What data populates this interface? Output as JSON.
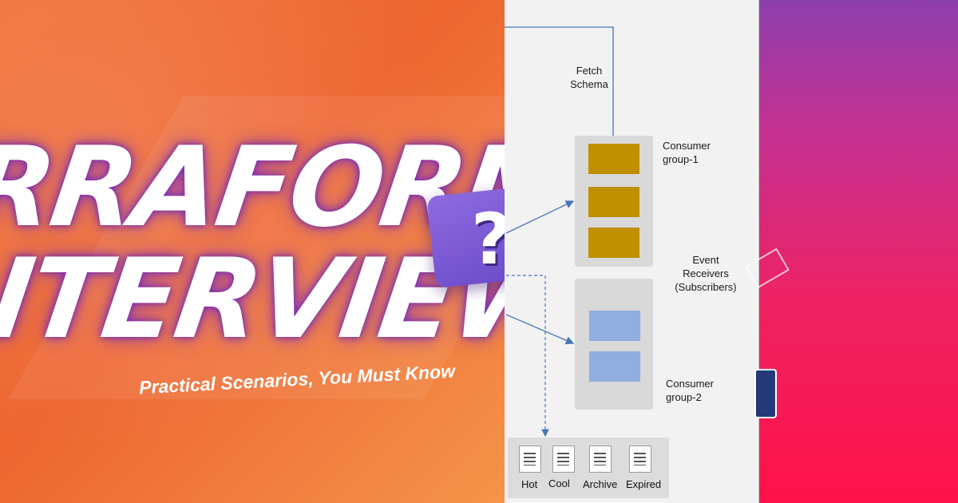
{
  "banner": {
    "title_line_1": "RRAFORM",
    "title_line_2": "ITERVIEW",
    "subtitle": "Practical Scenarios, You Must Know",
    "question_glyph": "?"
  },
  "diagram": {
    "fetch_schema": [
      "Fetch",
      "Schema"
    ],
    "consumer_group_1": [
      "Consumer",
      "group-1"
    ],
    "event_receivers": [
      "Event",
      "Receivers",
      "(Subscribers)"
    ],
    "consumer_group_2": [
      "Consumer",
      "group-2"
    ],
    "storage_tiers": [
      "Hot",
      "Cool",
      "Archive",
      "Expired"
    ]
  },
  "colors": {
    "banner_orange": "#f0733a",
    "gold_block": "#c09000",
    "blue_block": "#91aee0",
    "arrow_blue": "#4a74b8",
    "right_gradient_top": "#8e3fae",
    "right_gradient_bottom": "#ff1248"
  },
  "icons": [
    "question-mark-icon",
    "document-icon"
  ]
}
